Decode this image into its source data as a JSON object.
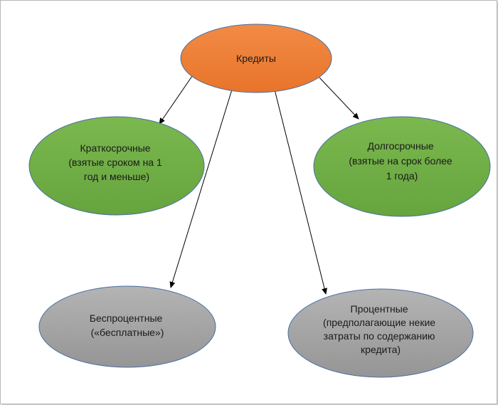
{
  "diagram": {
    "root": {
      "lines": [
        "Кредиты"
      ],
      "color": "#ED7D31"
    },
    "short_term": {
      "lines": [
        "Краткосрочные",
        "(взятые сроком на 1",
        "год и меньше)"
      ],
      "color": "#70AD47"
    },
    "long_term": {
      "lines": [
        "Долгосрочные",
        "(взятые на срок более",
        "1 года)"
      ],
      "color": "#70AD47"
    },
    "interest_free": {
      "lines": [
        "Беспроцентные",
        "(«бесплатные»)"
      ],
      "color": "#A5A5A5"
    },
    "interest": {
      "lines": [
        "Процентные",
        "(предполагающие  некие",
        "затраты по содержанию",
        "кредита)"
      ],
      "color": "#A5A5A5"
    },
    "edges": [
      {
        "from": "root",
        "to": "short_term"
      },
      {
        "from": "root",
        "to": "long_term"
      },
      {
        "from": "root",
        "to": "interest_free"
      },
      {
        "from": "root",
        "to": "interest"
      }
    ]
  }
}
